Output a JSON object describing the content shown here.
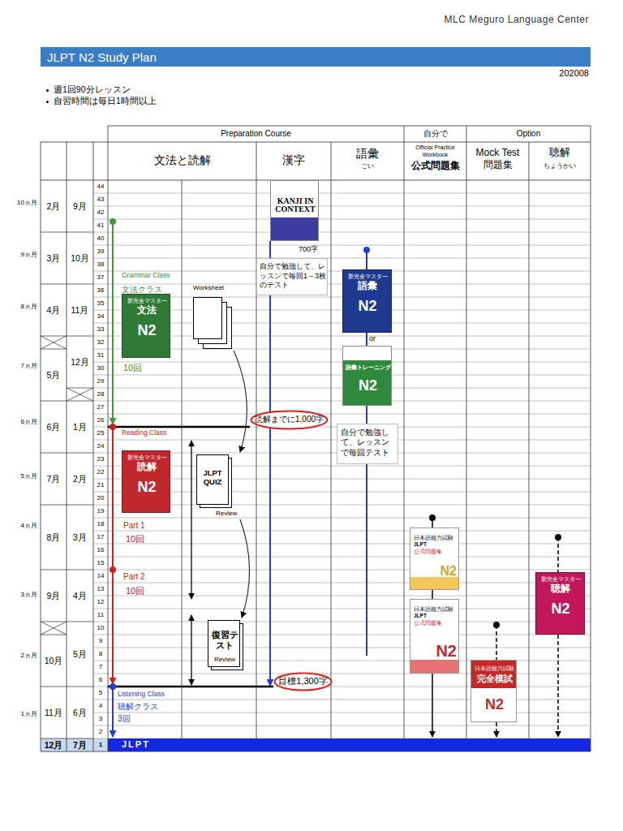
{
  "diagram": {
    "title": "JLPT N2 Study Plan",
    "nodes": [
      {
        "text": [
          "KANJI IN CONTEXT"
        ]
      },
      {
        "text": [
          "自分で勉強して、レッスンで毎回1～3枚のテスト"
        ]
      },
      {
        "text": [
          "新完全マスター",
          "文法",
          "N2"
        ]
      },
      {
        "text": [
          "Worksheet"
        ]
      },
      {
        "text": [
          "新完全マスター",
          "語彙",
          "N2"
        ]
      },
      {
        "text": [
          "語彙トレーニング",
          "N2"
        ]
      },
      {
        "text": [
          "読解までに1,000字"
        ]
      },
      {
        "text": [
          "新完全マスター",
          "読解",
          "N2"
        ]
      },
      {
        "text": [
          "自分で勉強して、レッスンで毎回テスト"
        ]
      },
      {
        "text": [
          "JLPT QUIZ",
          "Review"
        ]
      },
      {
        "text": [
          "日本語能力試験",
          "JLPT",
          "公式問題集",
          "N2"
        ]
      },
      {
        "text": [
          "新完全マスター",
          "聴解",
          "N2"
        ]
      },
      {
        "text": [
          "日本語能力試験",
          "JLPT",
          "公式問題集",
          "N2"
        ]
      },
      {
        "text": [
          "復習テスト",
          "Review"
        ]
      },
      {
        "text": [
          "日本語能力試験",
          "完全模試",
          "N2"
        ]
      },
      {
        "text": [
          "目標1,300字"
        ]
      },
      {
        "text": [
          "JLPT"
        ]
      }
    ],
    "edges": [
      {
        "from": 3,
        "to": 9,
        "arrow": "to"
      },
      {
        "from": 9,
        "to": 13,
        "arrow": "to"
      }
    ],
    "labels": [
      "MLC Meguro Language Center",
      "202008",
      "週1回90分レッスン",
      "自習時間は毎日1時間以上",
      "Preparation Course",
      "自分で",
      "Option",
      "文法と読解",
      "漢字",
      "語彙",
      "ごい",
      "Official Practice",
      "Workbook",
      "公式問題集",
      "Mock Test",
      "問題集",
      "聴解",
      "ちょうかい",
      "700字",
      "Grammar Class",
      "文法クラス",
      "10回",
      "Reading Class",
      "Part 1",
      "10回",
      "Part 2",
      "10回",
      "Listening Class",
      "聴解クラス",
      "3回",
      "or",
      "10ヵ月",
      "9ヵ月",
      "8ヵ月",
      "7ヵ月",
      "6ヵ月",
      "5ヵ月",
      "4ヵ月",
      "3ヵ月",
      "2ヵ月",
      "1ヵ月",
      "2月",
      "3月",
      "4月",
      "5月",
      "6月",
      "7月",
      "8月",
      "9月",
      "10月",
      "11月",
      "12月",
      "9月",
      "10月",
      "11月",
      "12月",
      "1月",
      "2月",
      "3月",
      "4月",
      "5月",
      "6月",
      "7月",
      "44",
      "43",
      "42",
      "41",
      "40",
      "39",
      "38",
      "37",
      "36",
      "35",
      "34",
      "33",
      "32",
      "31",
      "30",
      "29",
      "28",
      "27",
      "26",
      "25",
      "24",
      "23",
      "22",
      "21",
      "20",
      "19",
      "18",
      "17",
      "16",
      "15",
      "14",
      "13",
      "12",
      "11",
      "10",
      "9",
      "8",
      "7",
      "6",
      "5",
      "4",
      "3",
      "2",
      "1"
    ]
  }
}
